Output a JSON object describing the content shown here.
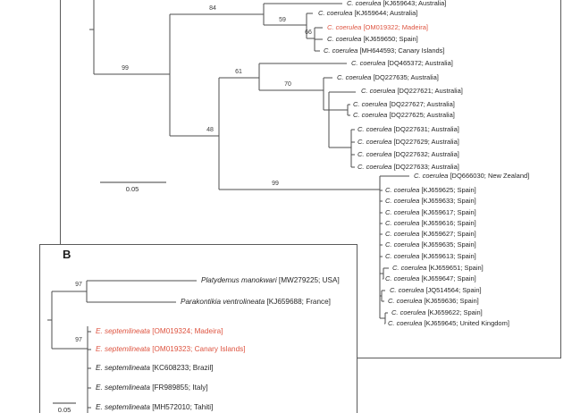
{
  "figure_type": "phylogenetic-tree-two-panels",
  "colors": {
    "highlight_red": "#de5440",
    "tree_line": "#4d4d4d",
    "border": "#5a5a5a",
    "text": "#262626"
  },
  "panel_a": {
    "scale_bar_label": "0.05",
    "support_values": [
      "84",
      "59",
      "66",
      "99",
      "61",
      "70",
      "48",
      "99"
    ],
    "taxa": [
      {
        "species": "C. coerulea",
        "info": "[KJ659643; Australia]",
        "highlight": false
      },
      {
        "species": "C. coerulea",
        "info": "[KJ659644; Australia]",
        "highlight": false
      },
      {
        "species": "C. coerulea",
        "info": "[OM019322; Madeira]",
        "highlight": true
      },
      {
        "species": "C. coerulea",
        "info": "[KJ659650; Spain]",
        "highlight": false
      },
      {
        "species": "C. coerulea",
        "info": "[MH644593; Canary Islands]",
        "highlight": false
      },
      {
        "species": "C. coerulea",
        "info": "[DQ465372; Australia]",
        "highlight": false
      },
      {
        "species": "C. coerulea",
        "info": "[DQ227635; Australia]",
        "highlight": false
      },
      {
        "species": "C. coerulea",
        "info": "[DQ227621; Australia]",
        "highlight": false
      },
      {
        "species": "C. coerulea",
        "info": "[DQ227627; Australia]",
        "highlight": false
      },
      {
        "species": "C. coerulea",
        "info": "[DQ227625; Australia]",
        "highlight": false
      },
      {
        "species": "C. coerulea",
        "info": "[DQ227631; Australia]",
        "highlight": false
      },
      {
        "species": "C. coerulea",
        "info": "[DQ227629; Australia]",
        "highlight": false
      },
      {
        "species": "C. coerulea",
        "info": "[DQ227632; Australia]",
        "highlight": false
      },
      {
        "species": "C. coerulea",
        "info": "[DQ227633; Australia]",
        "highlight": false
      },
      {
        "species": "C. coerulea",
        "info": "[DQ666030; New Zealand]",
        "highlight": false
      },
      {
        "species": "C. coerulea",
        "info": "[KJ659625; Spain]",
        "highlight": false
      },
      {
        "species": "C. coerulea",
        "info": "[KJ659633; Spain]",
        "highlight": false
      },
      {
        "species": "C. coerulea",
        "info": "[KJ659617; Spain]",
        "highlight": false
      },
      {
        "species": "C. coerulea",
        "info": "[KJ659616; Spain]",
        "highlight": false
      },
      {
        "species": "C. coerulea",
        "info": "[KJ659627; Spain]",
        "highlight": false
      },
      {
        "species": "C. coerulea",
        "info": "[KJ659635; Spain]",
        "highlight": false
      },
      {
        "species": "C. coerulea",
        "info": "[KJ659613; Spain]",
        "highlight": false
      },
      {
        "species": "C. coerulea",
        "info": "[KJ659651; Spain]",
        "highlight": false
      },
      {
        "species": "C. coerulea",
        "info": "[KJ659647; Spain]",
        "highlight": false
      },
      {
        "species": "C. coerulea",
        "info": "[JQ514564; Spain]",
        "highlight": false
      },
      {
        "species": "C. coerulea",
        "info": "[KJ659636; Spain]",
        "highlight": false
      },
      {
        "species": "C. coerulea",
        "info": "[KJ659622; Spain]",
        "highlight": false
      },
      {
        "species": "C. coerulea",
        "info": "[KJ659645; United Kingdom]",
        "highlight": false
      }
    ]
  },
  "panel_b": {
    "label": "B",
    "scale_bar_label": "0.05",
    "support_values": [
      "97",
      "97"
    ],
    "taxa": [
      {
        "species": "Platydemus manokwari",
        "info": "[MW279225; USA]",
        "highlight": false
      },
      {
        "species": "Parakontikia ventrolineata",
        "info": "[KJ659688; France]",
        "highlight": false
      },
      {
        "species": "E. septemlineata",
        "info": "[OM019324; Madeira]",
        "highlight": true
      },
      {
        "species": "E. septemlineata",
        "info": "[OM019323; Canary Islands]",
        "highlight": true
      },
      {
        "species": "E. septemlineata",
        "info": "[KC608233; Brazil]",
        "highlight": false
      },
      {
        "species": "E. septemlineata",
        "info": "[FR989855; Italy]",
        "highlight": false
      },
      {
        "species": "E. septemlineata",
        "info": "[MH572010; Tahiti]",
        "highlight": false
      }
    ]
  }
}
